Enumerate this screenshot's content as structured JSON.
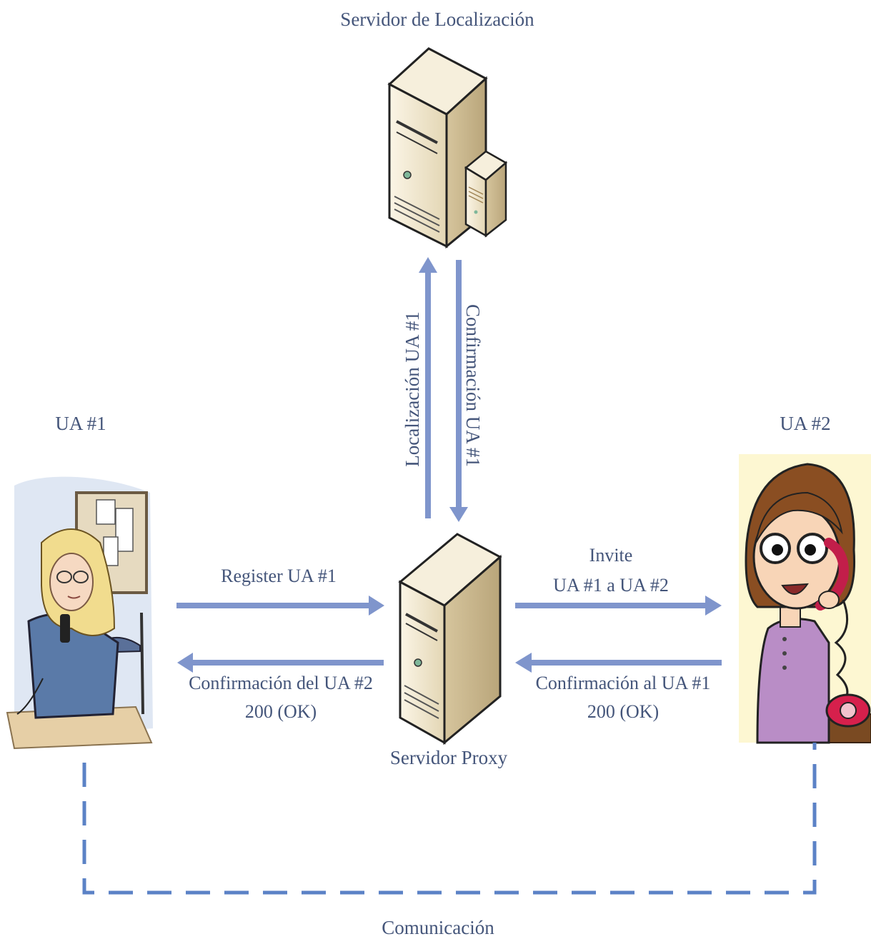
{
  "diagram": {
    "location_server": {
      "label": "Servidor de Localización"
    },
    "proxy_server": {
      "label": "Servidor Proxy"
    },
    "ua1": {
      "label": "UA #1"
    },
    "ua2": {
      "label": "UA #2"
    },
    "arrows": {
      "localizacion": "Localización UA #1",
      "confirmacion_up": "Confirmación UA #1",
      "register": "Register UA #1",
      "confirm_ua2_line1": "Confirmación del UA #2",
      "confirm_ua2_line2": "200 (OK)",
      "invite_line1": "Invite",
      "invite_line2": "UA #1 a UA #2",
      "confirm_ua1_line1": "Confirmación al UA #1",
      "confirm_ua1_line2": "200 (OK)"
    },
    "communication": {
      "label": "Comunicación"
    },
    "colors": {
      "arrow": "#7f95cc",
      "dashed": "#5b82c6",
      "text": "#44557a",
      "server_light": "#f2e8cf",
      "server_dark": "#c9b78f"
    }
  }
}
